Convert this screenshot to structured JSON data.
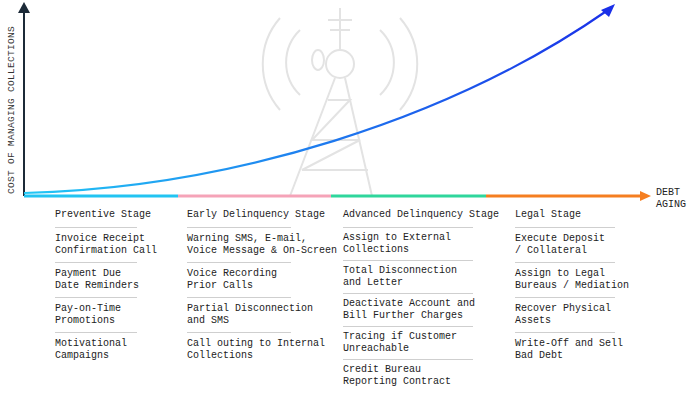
{
  "diagram": {
    "labels": [
      "COST OF MANAGING COLLECTIONS",
      "DEBT AGING",
      "Preventive Stage",
      "Invoice Receipt Confirmation Call",
      "Payment Due Date Reminders",
      "Pay-on-Time Promotions",
      "Motivational Campaigns",
      "Early Delinquency Stage",
      "Warning SMS, E-mail, Voice Message & On-Screen",
      "Voice Recording Prior Calls",
      "Partial Disconnection and SMS",
      "Call outing to Internal Collections",
      "Advanced Delinquency Stage",
      "Assign to External Collections",
      "Total Disconnection and Letter",
      "Deactivate Account and Bill Further Charges",
      "Tracing if Customer Unreachable",
      "Credit Bureau Reporting Contract",
      "Legal Stage",
      "Execute Deposit / Collateral",
      "Assign to Legal Bureaus / Mediation",
      "Recover Physical Assets",
      "Write-Off and Sell Bad Debt"
    ]
  }
}
